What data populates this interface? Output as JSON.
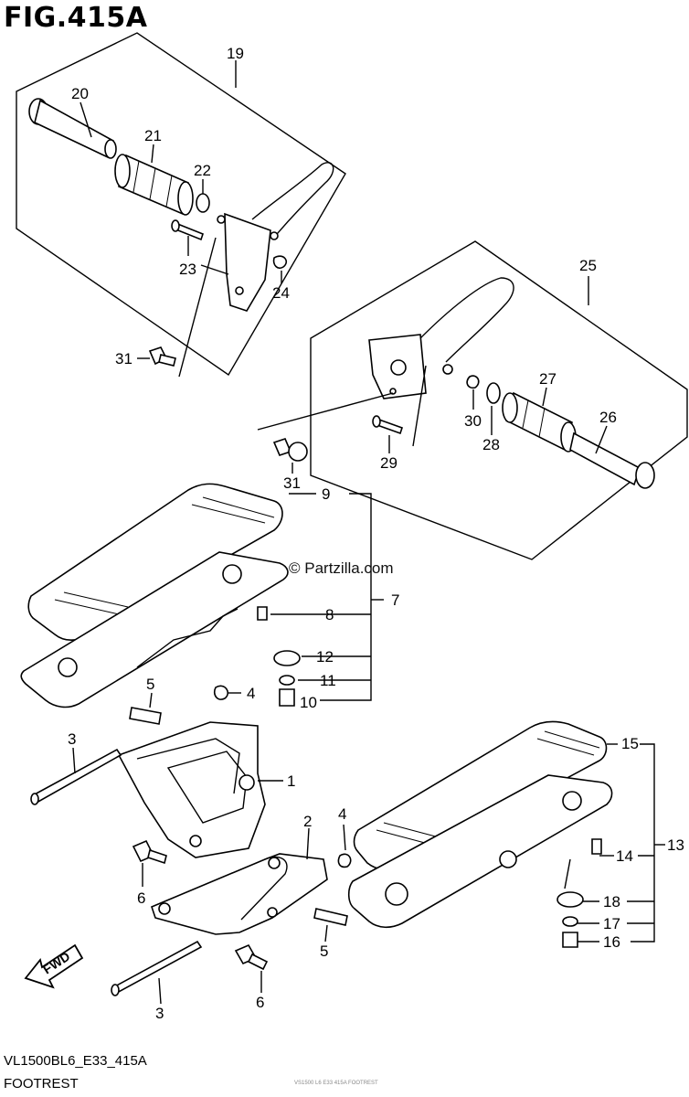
{
  "figure_title": "FIG.415A",
  "watermark": "© Partzilla.com",
  "footer": {
    "code": "VL1500BL6_E33_415A",
    "name": "FOOTREST",
    "small_print": "VS1500 L6 E33 415A FOOTREST"
  },
  "part_labels": [
    {
      "id": "c19",
      "text": "19"
    },
    {
      "id": "c20",
      "text": "20"
    },
    {
      "id": "c21",
      "text": "21"
    },
    {
      "id": "c22",
      "text": "22"
    },
    {
      "id": "c23",
      "text": "23"
    },
    {
      "id": "c24",
      "text": "24"
    },
    {
      "id": "c31a",
      "text": "31"
    },
    {
      "id": "c25",
      "text": "25"
    },
    {
      "id": "c27",
      "text": "27"
    },
    {
      "id": "c26",
      "text": "26"
    },
    {
      "id": "c30",
      "text": "30"
    },
    {
      "id": "c28",
      "text": "28"
    },
    {
      "id": "c29",
      "text": "29"
    },
    {
      "id": "c31b",
      "text": "31"
    },
    {
      "id": "c9",
      "text": "9"
    },
    {
      "id": "c7",
      "text": "7"
    },
    {
      "id": "c8",
      "text": "8"
    },
    {
      "id": "c12",
      "text": "12"
    },
    {
      "id": "c11",
      "text": "11"
    },
    {
      "id": "c10",
      "text": "10"
    },
    {
      "id": "c5a",
      "text": "5"
    },
    {
      "id": "c4a",
      "text": "4"
    },
    {
      "id": "c3a",
      "text": "3"
    },
    {
      "id": "c1",
      "text": "1"
    },
    {
      "id": "c6a",
      "text": "6"
    },
    {
      "id": "c2",
      "text": "2"
    },
    {
      "id": "c4b",
      "text": "4"
    },
    {
      "id": "c15",
      "text": "15"
    },
    {
      "id": "c13",
      "text": "13"
    },
    {
      "id": "c14",
      "text": "14"
    },
    {
      "id": "c18",
      "text": "18"
    },
    {
      "id": "c17",
      "text": "17"
    },
    {
      "id": "c16",
      "text": "16"
    },
    {
      "id": "c5b",
      "text": "5"
    },
    {
      "id": "c6b",
      "text": "6"
    },
    {
      "id": "c3b",
      "text": "3"
    }
  ],
  "fwd_label": "FWD"
}
